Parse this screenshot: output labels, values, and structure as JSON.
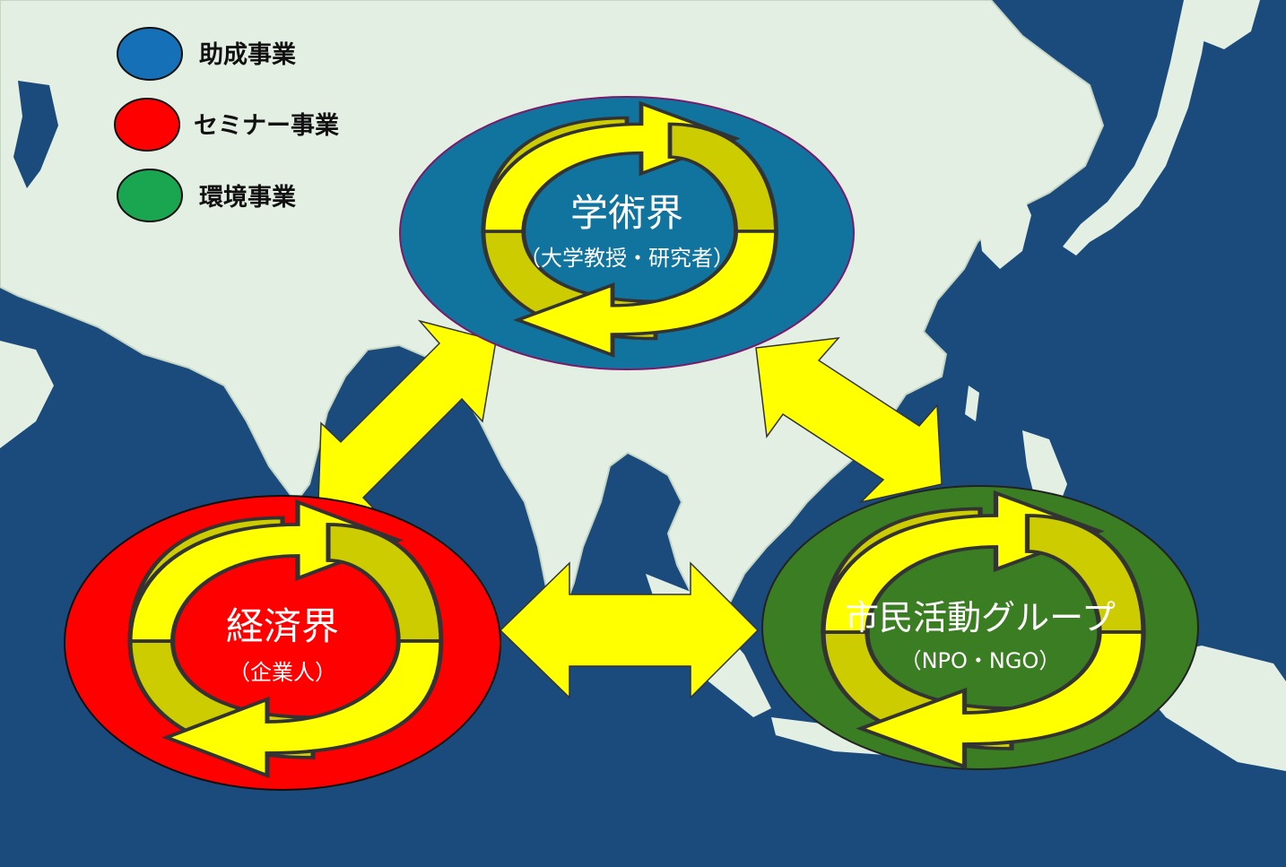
{
  "legend": [
    {
      "label": "助成事業",
      "color": "#1670b8"
    },
    {
      "label": "セミナー事業",
      "color": "#ff0000"
    },
    {
      "label": "環境事業",
      "color": "#1aa550"
    }
  ],
  "nodes": {
    "academia": {
      "title": "学術界",
      "subtitle": "（大学教授・研究者）",
      "color": "#10749f"
    },
    "business": {
      "title": "経済界",
      "subtitle": "（企業人）",
      "color": "#ff0000"
    },
    "civic": {
      "title": "市民活動グループ",
      "subtitle": "（NPO・NGO）",
      "color": "#3a7d22"
    }
  },
  "colors": {
    "ocean": "#1b4a7c",
    "land": "#e4efe3",
    "arrow_yellow": "#ffff00",
    "arrow_olive": "#cccc00"
  }
}
